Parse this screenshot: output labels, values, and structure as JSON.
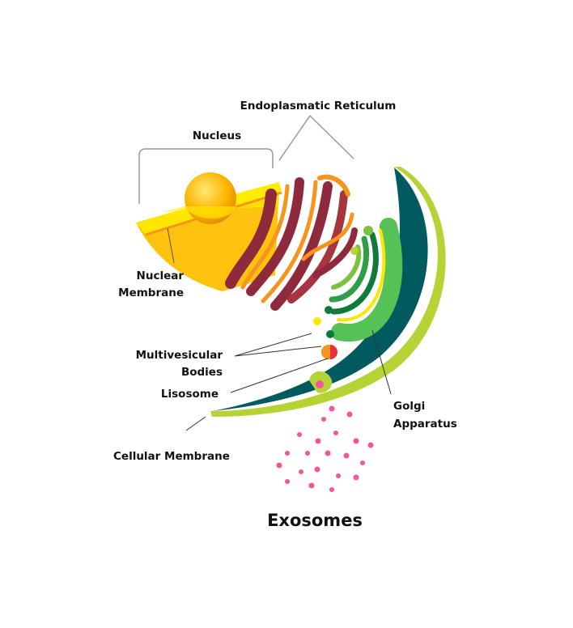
{
  "labels": {
    "endoplasmatic_reticulum": "Endoplasmatic Reticulum",
    "nucleus": "Nucleus",
    "nuclear_membrane_1": "Nuclear",
    "nuclear_membrane_2": "Membrane",
    "multivesicular_1": "Multivesicular",
    "multivesicular_2": "Bodies",
    "lisosome": "Lisosome",
    "cellular_membrane": "Cellular Membrane",
    "golgi_1": "Golgi",
    "golgi_2": "Apparatus",
    "exosomes": "Exosomes"
  },
  "colors": {
    "nucleus_yellow": "#ffe600",
    "nucleus_orange": "#ffb400",
    "er_red": "#8e2a3c",
    "er_orange": "#f7941d",
    "golgi_green": "#2e9e4a",
    "membrane_teal": "#005a5e",
    "membrane_lime": "#b5d334",
    "exosome_pink": "#f2559a"
  }
}
